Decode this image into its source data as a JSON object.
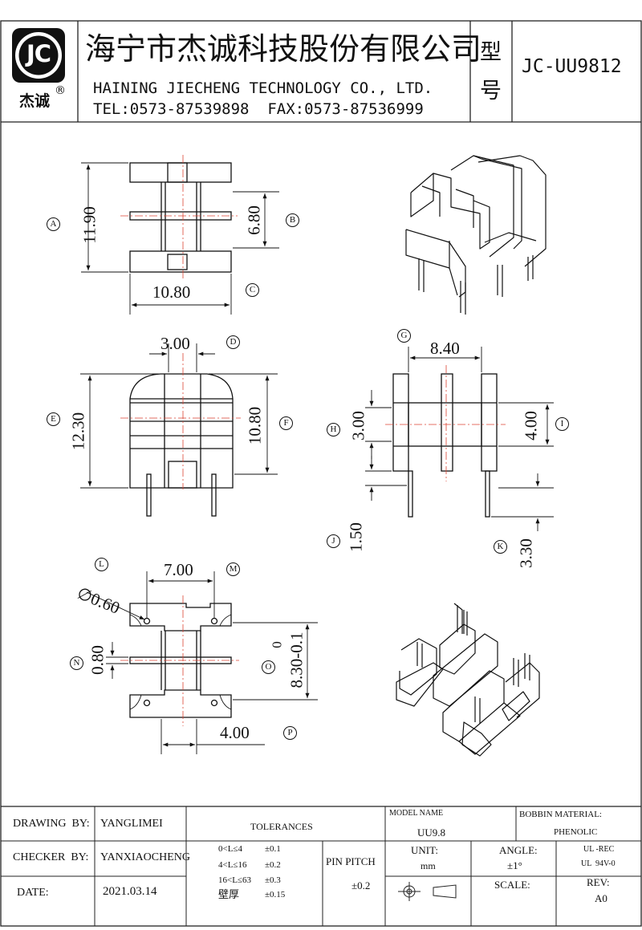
{
  "header": {
    "logo_text": "JC",
    "logo_sub": "杰诚",
    "logo_mark": "®",
    "company_cn": "海宁市杰诚科技股份有限公司",
    "company_en": "HAINING JIECHENG TECHNOLOGY CO., LTD.",
    "contact": "TEL:0573-87539898  FAX:0573-87536999",
    "model_label_1": "型",
    "model_label_2": "号",
    "model_value": "JC-UU9812"
  },
  "dimensions": {
    "a": "11.90",
    "b": "6.80",
    "c": "10.80",
    "d": "3.00",
    "e": "12.30",
    "f": "10.80",
    "g": "8.40",
    "h": "3.00",
    "i": "4.00",
    "j": "1.50",
    "k": "3.30",
    "l": "∅0.60",
    "m": "7.00",
    "n": "0.80",
    "o_main": "8.30-0.1",
    "o_tol": "0",
    "p": "4.00"
  },
  "callouts": [
    "A",
    "B",
    "C",
    "D",
    "E",
    "F",
    "G",
    "H",
    "I",
    "J",
    "K",
    "L",
    "M",
    "N",
    "O",
    "P"
  ],
  "footer": {
    "drawing_by_label": "DRAWING  BY:",
    "drawing_by_value": "YANGLIMEI",
    "checker_by_label": "CHECKER  BY:",
    "checker_by_value": "YANXIAOCHENG",
    "date_label": "DATE:",
    "date_value": "2021.03.14",
    "tolerances_label": "TOLERANCES",
    "tol_rows": [
      {
        "range": "0<L≤4",
        "value": "±0.1"
      },
      {
        "range": "4<L≤16",
        "value": "±0.2"
      },
      {
        "range": "16<L≤63",
        "value": "±0.3"
      },
      {
        "range": "壁厚",
        "value": "±0.15"
      }
    ],
    "pin_pitch_label": "PIN PITCH",
    "pin_pitch_value": "±0.2",
    "model_name_label": "MODEL NAME",
    "model_name_value": "UU9.8",
    "unit_label": "UNIT:",
    "unit_value": "mm",
    "angle_label": "ANGLE:",
    "angle_value": "±1°",
    "bobbin_label": "BOBBIN MATERIAL:",
    "bobbin_value": "PHENOLIC",
    "ul_1": "UL -REC",
    "ul_2": "UL  94V-0",
    "scale_label": "SCALE:",
    "rev_label": "REV:",
    "rev_value": "A0"
  }
}
